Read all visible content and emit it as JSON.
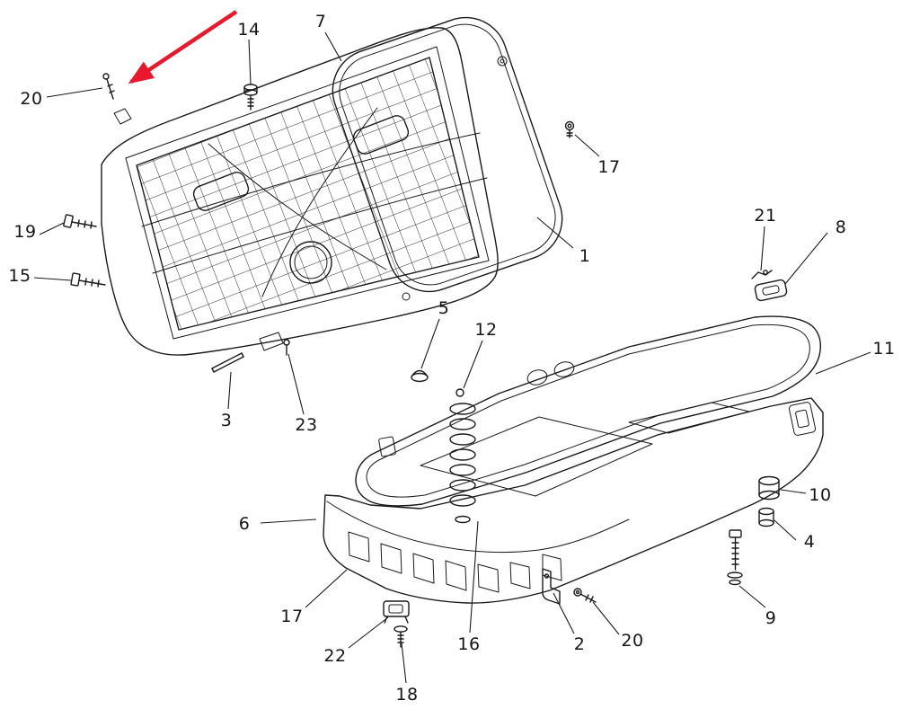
{
  "figure": {
    "kind": "exploded-parts-diagram",
    "background": "#ffffff",
    "line_color": "#1a1a1a",
    "highlight_arrow_color": "#e8192c"
  },
  "callouts": [
    {
      "label": "20"
    },
    {
      "label": "14"
    },
    {
      "label": "7"
    },
    {
      "label": "17"
    },
    {
      "label": "1"
    },
    {
      "label": "19"
    },
    {
      "label": "15"
    },
    {
      "label": "21"
    },
    {
      "label": "8"
    },
    {
      "label": "5"
    },
    {
      "label": "12"
    },
    {
      "label": "11"
    },
    {
      "label": "3"
    },
    {
      "label": "23"
    },
    {
      "label": "10"
    },
    {
      "label": "4"
    },
    {
      "label": "6"
    },
    {
      "label": "9"
    },
    {
      "label": "17"
    },
    {
      "label": "16"
    },
    {
      "label": "2"
    },
    {
      "label": "20"
    },
    {
      "label": "22"
    },
    {
      "label": "18"
    }
  ]
}
